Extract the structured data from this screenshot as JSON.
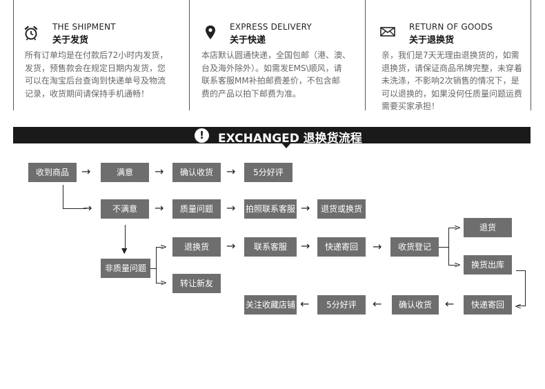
{
  "columns": [
    {
      "icon": "alarm-clock-icon",
      "title_en": "THE SHIPMENT",
      "title_cn": "关于发货",
      "lines": [
        "所有订单均是在付款后72小时内发货，",
        "发货，预售款会在规定日期内发货，您",
        "可以在淘宝后台查询到快递单号及物流",
        "记录，收货期间请保持手机通畅！"
      ]
    },
    {
      "icon": "map-pin-icon",
      "title_en": "EXPRESS DELIVERY",
      "title_cn": "关于快递",
      "lines": [
        "本店默认圆通快递，全国包邮（港、澳、",
        "台及海外除外）。如需发EMS\\顺风，请",
        "联系客服MM补拍邮费差价，不包含邮",
        "费的产品以拍下邮费为准。"
      ]
    },
    {
      "icon": "envelope-icon",
      "title_en": "RETURN OF GOODS",
      "title_cn": "关于退换货",
      "lines": [
        "亲，我们是7天无理由退换货的，如需",
        "退换货，请保证商品吊牌完整，未穿着",
        "未洗涤，不影响2次销售的情况下，是",
        "可以退换的，如果没何任质量问题运费",
        "需要买家承担！"
      ]
    }
  ],
  "banner": {
    "icon": "exclamation-icon",
    "icon_glyph": "!",
    "title": "EXCHANGED 退换货流程"
  },
  "flow": {
    "receive": "收到商品",
    "satisfied": "满意",
    "confirm_receipt": "确认收货",
    "five_star": "5分好评",
    "unsatisfied": "不满意",
    "quality_issue": "质量问题",
    "photo_contact": "拍照联系客服",
    "return_or_exchange": "退货或换货",
    "non_quality_issue": "非质量问题",
    "return_exchange": "退换货",
    "transfer_friend": "转让新友",
    "contact_service": "联系客服",
    "express_send_back": "快递寄回",
    "receipt_register": "收货登记",
    "refund": "退货",
    "exchange_out": "换货出库",
    "express_send_back_2": "快递寄回",
    "confirm_receipt_2": "确认收货",
    "five_star_2": "5分好评",
    "follow_store": "关注收藏店铺"
  }
}
